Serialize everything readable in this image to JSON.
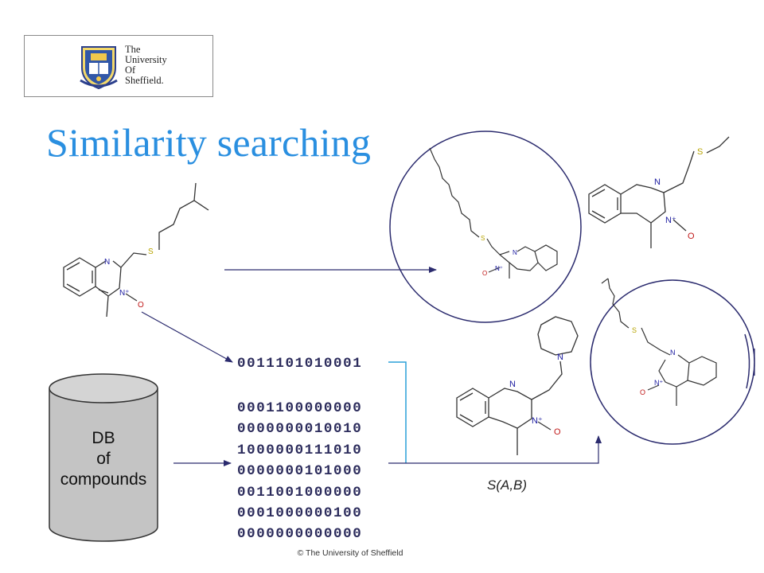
{
  "logo": {
    "lines": [
      "The",
      "University",
      "Of",
      "Sheffield."
    ]
  },
  "title": "Similarity searching",
  "query_fingerprint": "0011101010001",
  "database": {
    "label_lines": [
      "DB",
      "of",
      "compounds"
    ],
    "fingerprints": [
      "0001100000000",
      "0000000010010",
      "1000000111010",
      "0000000101000",
      "0011001000000",
      "0001000000100",
      "0000000000000"
    ]
  },
  "similarity_label": "S(A,B)",
  "copyright": "© The University of Sheffield",
  "colors": {
    "title": "#2a8fe0",
    "arrows": "#2b2b6e",
    "bracket": "#2aa0d8",
    "nitrogen": "#1a1aa0",
    "oxygen": "#c01818",
    "sulfur": "#b8a400",
    "bond": "#333333",
    "database_fill": "#c4c4c4"
  }
}
